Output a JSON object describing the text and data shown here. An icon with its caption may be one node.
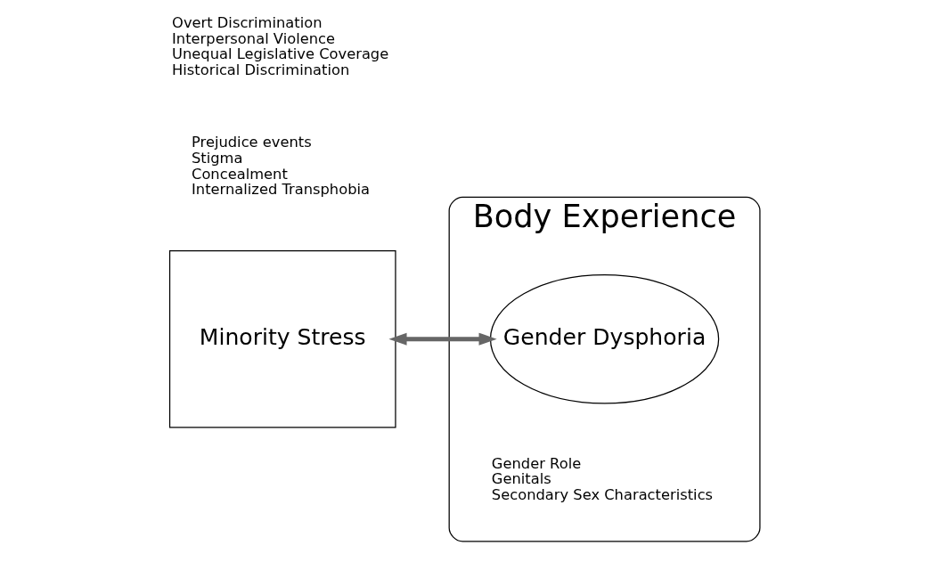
{
  "diagram": {
    "nodes": [
      {
        "text": [
          "Body Experience"
        ]
      },
      {
        "text": [
          "Gender Dysphoria"
        ],
        "in": 0,
        "beside": [
          "Gender Role",
          "Genitals",
          "Secondary Sex Characteristics"
        ]
      },
      {
        "text": [
          "Minority Stress"
        ],
        "beside": [
          "Prejudice events",
          "Stigma",
          "Concealment",
          "Internalized Transphobia"
        ]
      }
    ],
    "edges": [
      {
        "from": 2,
        "to": 1,
        "arrow": "both"
      }
    ],
    "labels": [
      "Overt Discrimination",
      "Interpersonal Violence",
      "Unequal Legislative Coverage",
      "Historical Discrimination"
    ]
  }
}
